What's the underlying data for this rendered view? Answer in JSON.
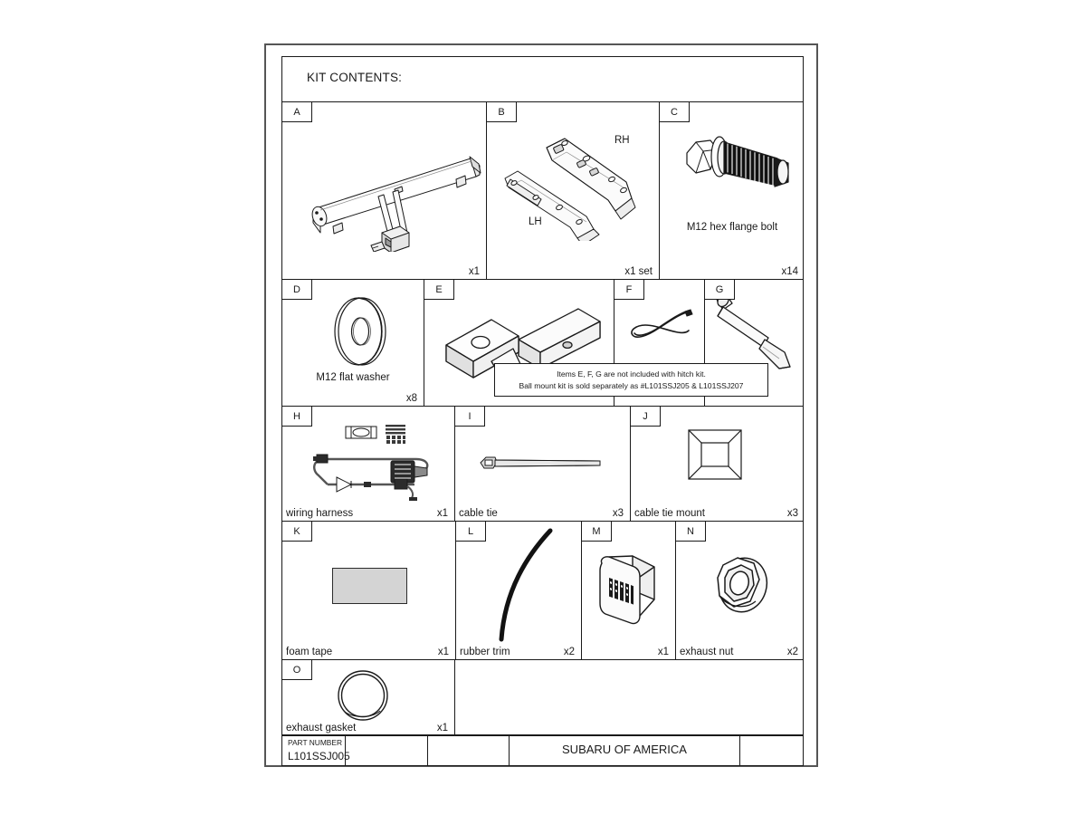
{
  "header": {
    "title": "KIT CONTENTS:"
  },
  "note": {
    "lines": [
      "Items E, F, G are not included with hitch kit.",
      "Ball mount kit is sold separately as #L101SSJ205 & L101SSJ207"
    ]
  },
  "rows": [
    {
      "cells": [
        {
          "letter": "A",
          "name": "",
          "qty": "x1"
        },
        {
          "letter": "B",
          "name": "",
          "qty": "x1 set",
          "labels": [
            "RH",
            "LH"
          ]
        },
        {
          "letter": "C",
          "name": "M12 hex flange bolt",
          "qty": "x14"
        }
      ]
    },
    {
      "cells": [
        {
          "letter": "D",
          "name": "M12 flat washer",
          "qty": "x8"
        },
        {
          "letter": "E",
          "name": "",
          "qty": ""
        },
        {
          "letter": "F",
          "name": "",
          "qty": ""
        },
        {
          "letter": "G",
          "name": "",
          "qty": ""
        }
      ]
    },
    {
      "cells": [
        {
          "letter": "H",
          "name": "wiring harness",
          "qty": "x1"
        },
        {
          "letter": "I",
          "name": "cable tie",
          "qty": "x3"
        },
        {
          "letter": "J",
          "name": "cable tie mount",
          "qty": "x3"
        }
      ]
    },
    {
      "cells": [
        {
          "letter": "K",
          "name": "foam tape",
          "qty": "x1"
        },
        {
          "letter": "L",
          "name": "rubber trim",
          "qty": "x2"
        },
        {
          "letter": "M",
          "name": "",
          "qty": "x1"
        },
        {
          "letter": "N",
          "name": "exhaust nut",
          "qty": "x2"
        }
      ]
    },
    {
      "cells": [
        {
          "letter": "O",
          "name": "exhaust gasket",
          "qty": "x1"
        }
      ]
    }
  ],
  "title_block": {
    "part_number_label": "PART NUMBER",
    "part_number": "L101SSJ005",
    "company": "SUBARU OF AMERICA"
  }
}
